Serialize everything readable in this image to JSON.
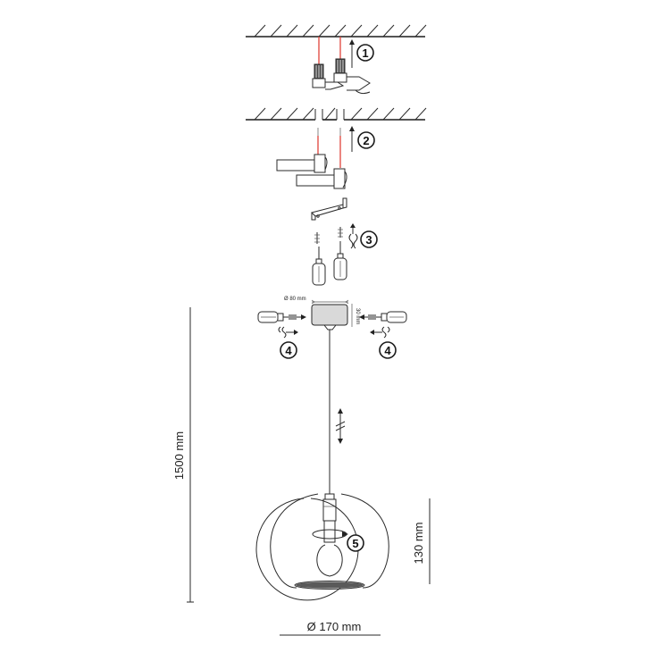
{
  "steps": [
    "1",
    "2",
    "3",
    "4",
    "4",
    "5"
  ],
  "dimensions": {
    "height_total": "1500 mm",
    "shade_height": "130 mm",
    "shade_diameter": "Ø 170 mm",
    "canopy_diameter": "Ø 80 mm",
    "canopy_height": "30 mm"
  }
}
